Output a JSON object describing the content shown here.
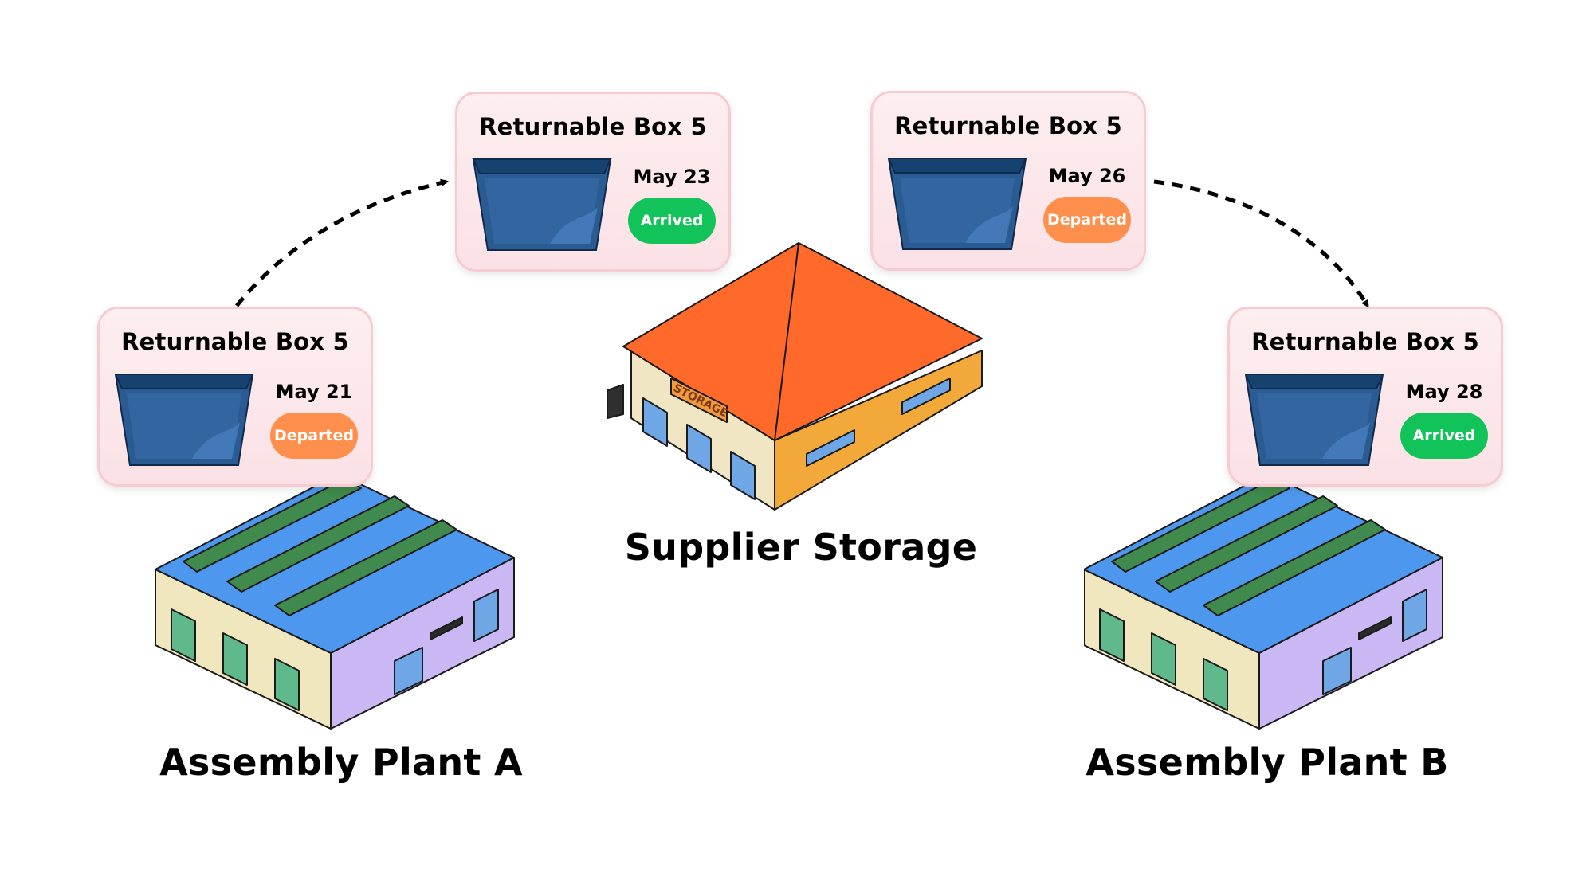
{
  "locations": {
    "plant_a": "Assembly Plant A",
    "supplier": "Supplier Storage",
    "plant_b": "Assembly Plant B",
    "storage_sign": "STORAGE"
  },
  "events": [
    {
      "title": "Returnable Box 5",
      "date": "May 21",
      "status": "Departed"
    },
    {
      "title": "Returnable Box 5",
      "date": "May 23",
      "status": "Arrived"
    },
    {
      "title": "Returnable Box 5",
      "date": "May 26",
      "status": "Departed"
    },
    {
      "title": "Returnable Box 5",
      "date": "May 28",
      "status": "Arrived"
    }
  ],
  "colors": {
    "arrived": "#12c35a",
    "departed": "#ff8f4d",
    "box": "#2a5c93",
    "factory_roof": "#4d97ee",
    "storage_roof": "#ff6a2a"
  }
}
